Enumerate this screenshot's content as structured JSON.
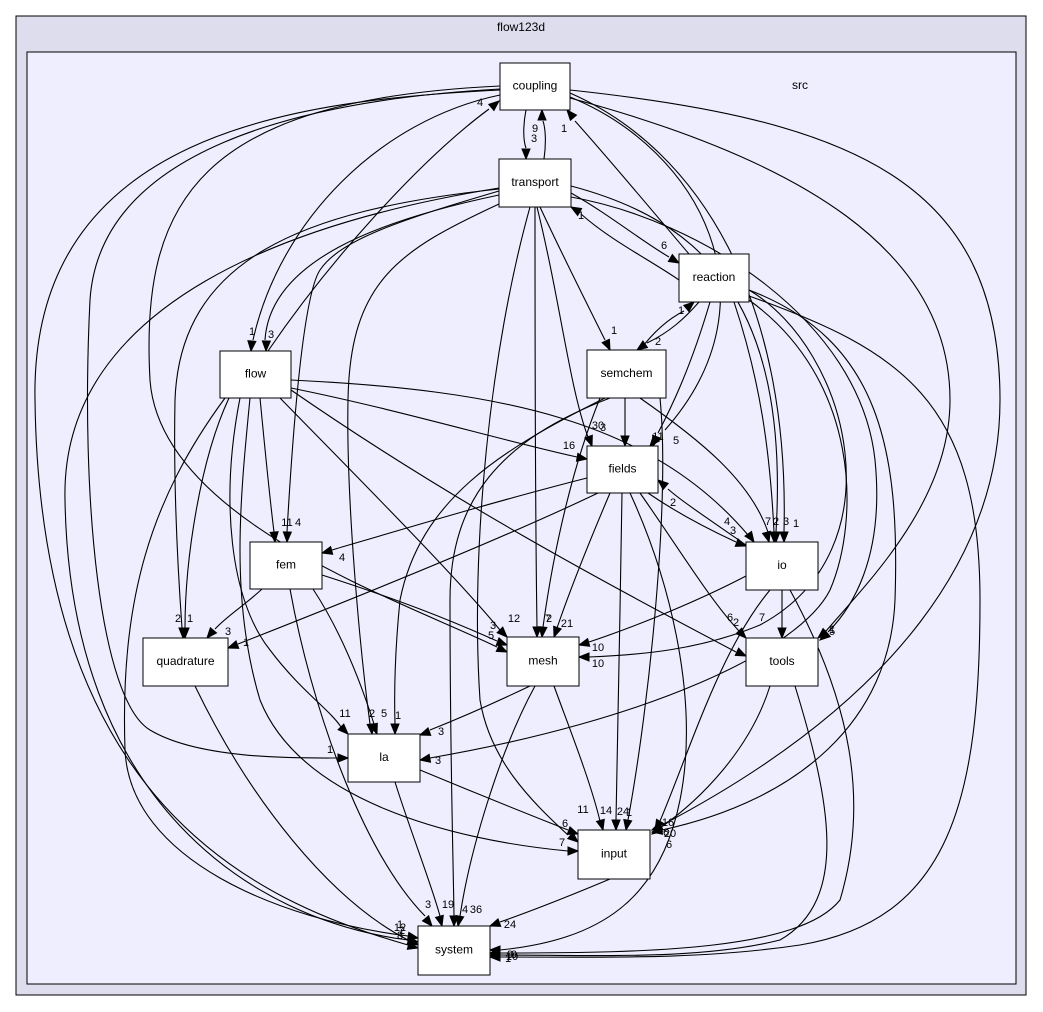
{
  "outer_cluster": {
    "label": "flow123d",
    "fill": "#ddddee",
    "stroke": "#000000"
  },
  "inner_cluster": {
    "label": "src",
    "fill": "#eeeeff",
    "stroke": "#000000"
  },
  "nodes": [
    {
      "id": "coupling",
      "label": "coupling",
      "outline": "#000000"
    },
    {
      "id": "transport",
      "label": "transport",
      "outline": "#000000"
    },
    {
      "id": "reaction",
      "label": "reaction",
      "outline": "#000000"
    },
    {
      "id": "flow",
      "label": "flow",
      "outline": "#000000"
    },
    {
      "id": "semchem",
      "label": "semchem",
      "outline": "#000000"
    },
    {
      "id": "fields",
      "label": "fields",
      "outline": "#000000"
    },
    {
      "id": "fem",
      "label": "fem",
      "outline": "#000000"
    },
    {
      "id": "io",
      "label": "io",
      "outline": "#000000"
    },
    {
      "id": "quadrature",
      "label": "quadrature",
      "outline": "#000000"
    },
    {
      "id": "mesh",
      "label": "mesh",
      "outline": "#ff0000"
    },
    {
      "id": "tools",
      "label": "tools",
      "outline": "#000000"
    },
    {
      "id": "la",
      "label": "la",
      "outline": "#000000"
    },
    {
      "id": "input",
      "label": "input",
      "outline": "#ff0000"
    },
    {
      "id": "system",
      "label": "system",
      "outline": "#ff0000"
    }
  ],
  "edges": [
    {
      "from": "coupling",
      "to": "transport",
      "label": "3"
    },
    {
      "from": "transport",
      "to": "coupling",
      "label": "9"
    },
    {
      "from": "reaction",
      "to": "coupling",
      "label": "1"
    },
    {
      "from": "flow",
      "to": "coupling",
      "label": "4"
    },
    {
      "from": "coupling",
      "to": "flow",
      "label": "1"
    },
    {
      "from": "transport",
      "to": "flow",
      "label": "3"
    },
    {
      "from": "transport",
      "to": "reaction",
      "label": "6"
    },
    {
      "from": "reaction",
      "to": "transport",
      "label": "1"
    },
    {
      "from": "transport",
      "to": "semchem",
      "label": "1"
    },
    {
      "from": "semchem",
      "to": "reaction",
      "label": "1"
    },
    {
      "from": "reaction",
      "to": "semchem",
      "label": "2"
    },
    {
      "from": "transport",
      "to": "fields",
      "label": "30"
    },
    {
      "from": "coupling",
      "to": "fields",
      "label": "5"
    },
    {
      "from": "reaction",
      "to": "fields",
      "label": "11"
    },
    {
      "from": "semchem",
      "to": "fields",
      "label": "3"
    },
    {
      "from": "flow",
      "to": "fields",
      "label": "16"
    },
    {
      "from": "transport",
      "to": "fem",
      "label": "11"
    },
    {
      "from": "flow",
      "to": "fem",
      "label": "4"
    },
    {
      "from": "fields",
      "to": "fem",
      "label": "4"
    },
    {
      "from": "coupling",
      "to": "io",
      "label": "1"
    },
    {
      "from": "transport",
      "to": "io",
      "label": "2"
    },
    {
      "from": "reaction",
      "to": "io",
      "label": "7"
    },
    {
      "from": "semchem",
      "to": "io",
      "label": "3"
    },
    {
      "from": "flow",
      "to": "io",
      "label": "4"
    },
    {
      "from": "fields",
      "to": "io",
      "label": "3"
    },
    {
      "from": "io",
      "to": "fields",
      "label": "2"
    },
    {
      "from": "transport",
      "to": "quadrature",
      "label": "1"
    },
    {
      "from": "flow",
      "to": "quadrature",
      "label": "2"
    },
    {
      "from": "fem",
      "to": "quadrature",
      "label": "3"
    },
    {
      "from": "fields",
      "to": "quadrature",
      "label": "1"
    },
    {
      "from": "coupling",
      "to": "mesh",
      "label": "3"
    },
    {
      "from": "transport",
      "to": "mesh",
      "label": "7"
    },
    {
      "from": "flow",
      "to": "mesh",
      "label": "12"
    },
    {
      "from": "semchem",
      "to": "mesh",
      "label": "2"
    },
    {
      "from": "fields",
      "to": "mesh",
      "label": "21"
    },
    {
      "from": "fem",
      "to": "mesh",
      "label": "5"
    },
    {
      "from": "io",
      "to": "mesh",
      "label": "10"
    },
    {
      "from": "reaction",
      "to": "mesh",
      "label": "10"
    },
    {
      "from": "coupling",
      "to": "tools",
      "label": "1"
    },
    {
      "from": "transport",
      "to": "tools",
      "label": "5"
    },
    {
      "from": "flow",
      "to": "tools",
      "label": "2"
    },
    {
      "from": "fields",
      "to": "tools",
      "label": "6"
    },
    {
      "from": "io",
      "to": "tools",
      "label": "7"
    },
    {
      "from": "coupling",
      "to": "la",
      "label": "1"
    },
    {
      "from": "transport",
      "to": "la",
      "label": "5"
    },
    {
      "from": "flow",
      "to": "la",
      "label": "11"
    },
    {
      "from": "fem",
      "to": "la",
      "label": "2"
    },
    {
      "from": "semchem",
      "to": "la",
      "label": "1"
    },
    {
      "from": "mesh",
      "to": "la",
      "label": "3"
    },
    {
      "from": "reaction",
      "to": "la",
      "label": "3"
    },
    {
      "from": "coupling",
      "to": "input",
      "label": "6"
    },
    {
      "from": "transport",
      "to": "input",
      "label": "11"
    },
    {
      "from": "flow",
      "to": "input",
      "label": "7"
    },
    {
      "from": "fields",
      "to": "input",
      "label": "24"
    },
    {
      "from": "semchem",
      "to": "input",
      "label": "1"
    },
    {
      "from": "mesh",
      "to": "input",
      "label": "14"
    },
    {
      "from": "la",
      "to": "input",
      "label": "6"
    },
    {
      "from": "io",
      "to": "input",
      "label": "16"
    },
    {
      "from": "tools",
      "to": "input",
      "label": "20"
    },
    {
      "from": "reaction",
      "to": "input",
      "label": "6"
    },
    {
      "from": "coupling",
      "to": "system",
      "label": "1"
    },
    {
      "from": "transport",
      "to": "system",
      "label": "2"
    },
    {
      "from": "flow",
      "to": "system",
      "label": "12"
    },
    {
      "from": "quadrature",
      "to": "system",
      "label": "8"
    },
    {
      "from": "fem",
      "to": "system",
      "label": "3"
    },
    {
      "from": "la",
      "to": "system",
      "label": "19"
    },
    {
      "from": "semchem",
      "to": "system",
      "label": "4"
    },
    {
      "from": "mesh",
      "to": "system",
      "label": "36"
    },
    {
      "from": "input",
      "to": "system",
      "label": "24"
    },
    {
      "from": "fields",
      "to": "system",
      "label": "9"
    },
    {
      "from": "io",
      "to": "system",
      "label": "10"
    },
    {
      "from": "tools",
      "to": "system",
      "label": "1"
    },
    {
      "from": "reaction",
      "to": "system",
      "label": "9"
    }
  ]
}
